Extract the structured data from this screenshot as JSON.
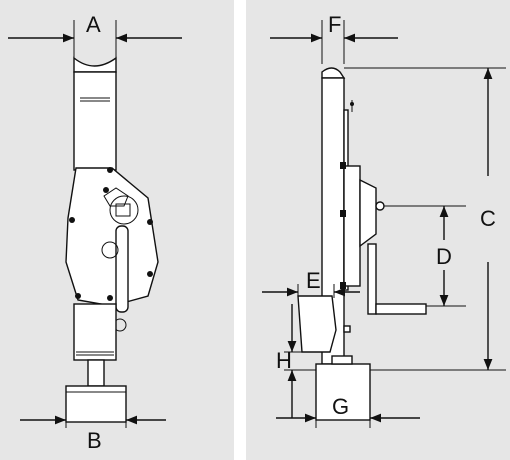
{
  "views": {
    "front": {
      "dim_top": "A",
      "dim_bottom": "B"
    },
    "side": {
      "dim_top": "F",
      "dim_height": "C",
      "dim_stroke": "D",
      "dim_toe": "E",
      "dim_toe_height": "H",
      "dim_base": "G"
    }
  },
  "colors": {
    "panel": "#e6e6e6",
    "ink": "#111111",
    "part": "#ffffff"
  }
}
